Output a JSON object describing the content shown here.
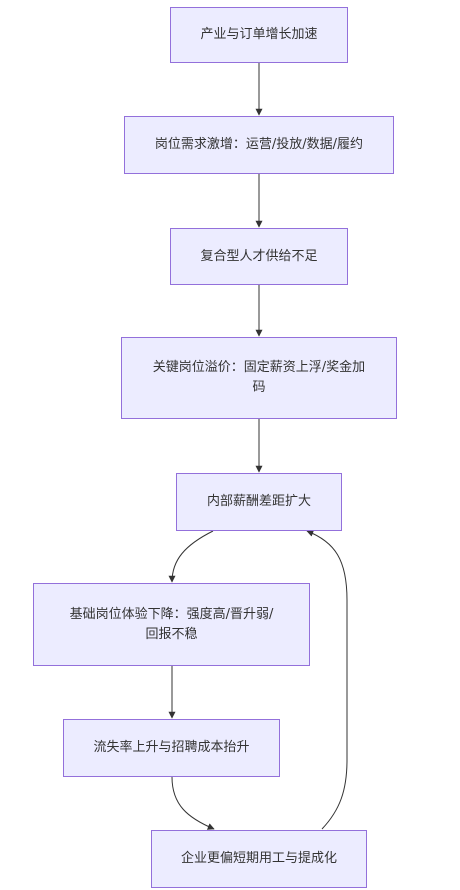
{
  "diagram": {
    "nodes": [
      {
        "id": "n1",
        "label": "产业与订单增长加速"
      },
      {
        "id": "n2",
        "label": "岗位需求激增：运营/投放/数据/履约"
      },
      {
        "id": "n3",
        "label": "复合型人才供给不足"
      },
      {
        "id": "n4",
        "label": "关键岗位溢价：固定薪资上浮/奖金加码"
      },
      {
        "id": "n5",
        "label": "内部薪酬差距扩大"
      },
      {
        "id": "n6",
        "label": "基础岗位体验下降：强度高/晋升弱/回报不稳"
      },
      {
        "id": "n7",
        "label": "流失率上升与招聘成本抬升"
      },
      {
        "id": "n8",
        "label": "企业更偏短期用工与提成化"
      }
    ],
    "edges": [
      {
        "from": "n1",
        "to": "n2"
      },
      {
        "from": "n2",
        "to": "n3"
      },
      {
        "from": "n3",
        "to": "n4"
      },
      {
        "from": "n4",
        "to": "n5"
      },
      {
        "from": "n5",
        "to": "n6"
      },
      {
        "from": "n6",
        "to": "n7"
      },
      {
        "from": "n7",
        "to": "n8"
      },
      {
        "from": "n8",
        "to": "n5"
      }
    ],
    "colors": {
      "node_fill": "#ececff",
      "node_border": "#9370db",
      "text": "#333333",
      "edge": "#333333"
    }
  }
}
